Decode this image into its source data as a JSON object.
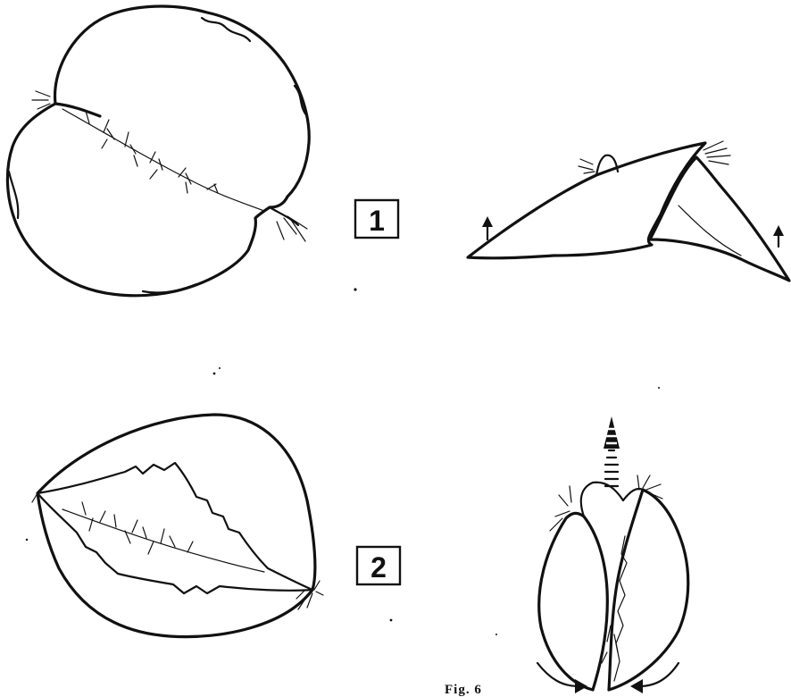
{
  "figure": {
    "caption": "Fig. 6",
    "steps": [
      {
        "badge": "1"
      },
      {
        "badge": "2"
      }
    ]
  }
}
